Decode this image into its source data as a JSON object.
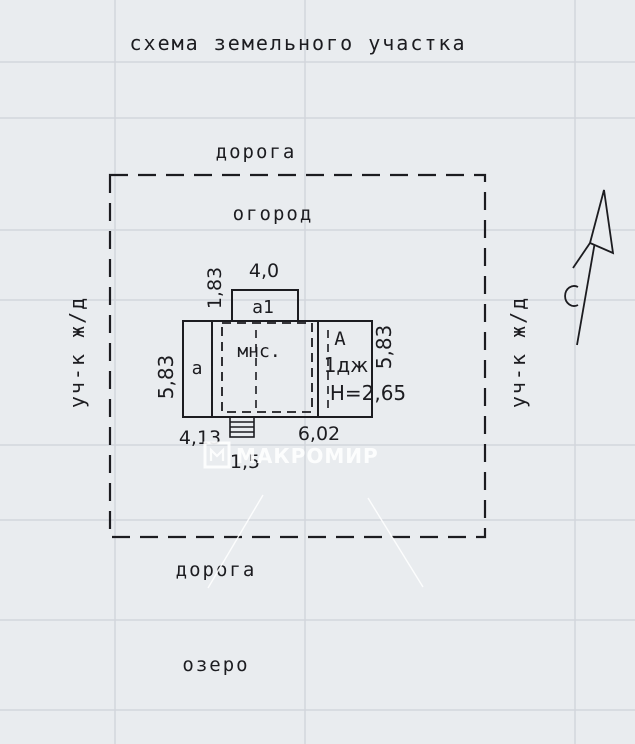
{
  "title": "схема земельного участка",
  "labels": {
    "road_top": "дорога",
    "road_bottom": "дорога",
    "garden": "огород",
    "lake": "озеро",
    "left_neighbor": "уч-к ж/д",
    "right_neighbor": "уч-к ж/д"
  },
  "building": {
    "annex_label": "а1",
    "veranda_label": "а",
    "attic_label": "мнс.",
    "main_label": "А",
    "main_material": "1дж",
    "main_height": "Н=2,65"
  },
  "dimensions": {
    "top_width": "4,0",
    "annex_depth": "1,83",
    "left_depth": "5,83",
    "right_depth": "5,83",
    "bottom_left": "4,13",
    "bottom_right": "6,02",
    "porch": "1,5"
  },
  "watermark": {
    "text": "МАКРОМИР"
  },
  "colors": {
    "background": "#e9ecef",
    "ink": "#1c1c20",
    "watermark": "#ffffff"
  }
}
